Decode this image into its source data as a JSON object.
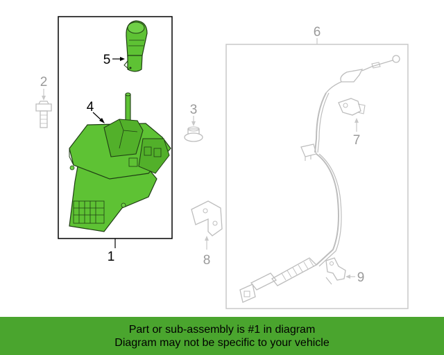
{
  "callouts": {
    "c1": "1",
    "c2": "2",
    "c3": "3",
    "c4": "4",
    "c5": "5",
    "c6": "6",
    "c7": "7",
    "c8": "8",
    "c9": "9"
  },
  "banner": {
    "line1": "Part or sub-assembly is #1 in diagram",
    "line2": "Diagram may not be specific to your vehicle"
  },
  "colors": {
    "highlight_part": "#5ec234",
    "banner_bg": "#4aa52e",
    "other_parts": "#bdbdbd"
  }
}
